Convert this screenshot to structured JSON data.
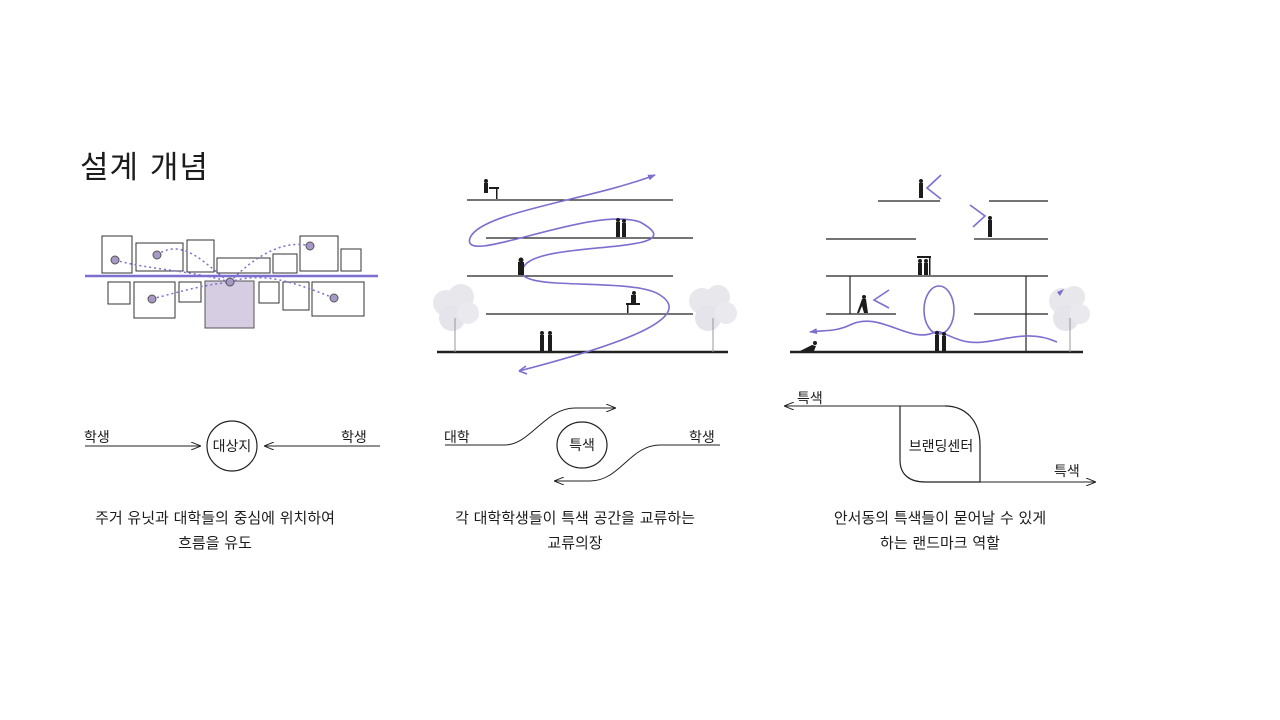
{
  "page": {
    "title": "설계 개념"
  },
  "concept1": {
    "left_label": "학생",
    "right_label": "학생",
    "center_label": "대상지",
    "caption_line1": "주거 유닛과 대학들의 중심에 위치하여",
    "caption_line2": "흐름을 유도"
  },
  "concept2": {
    "left_label": "대학",
    "right_label": "학생",
    "center_label": "특색",
    "caption_line1": "각 대학학생들이 특색 공간을 교류하는",
    "caption_line2": "교류의장"
  },
  "concept3": {
    "top_label": "특색",
    "bottom_label": "특색",
    "center_label": "브랜딩센터",
    "caption_line1": "안서동의 특색들이 묻어날 수 있게",
    "caption_line2": "하는 랜드마크 역할"
  },
  "colors": {
    "accent": "#7b6fcf",
    "highlight_fill": "#d6cde3",
    "line": "#222222"
  }
}
